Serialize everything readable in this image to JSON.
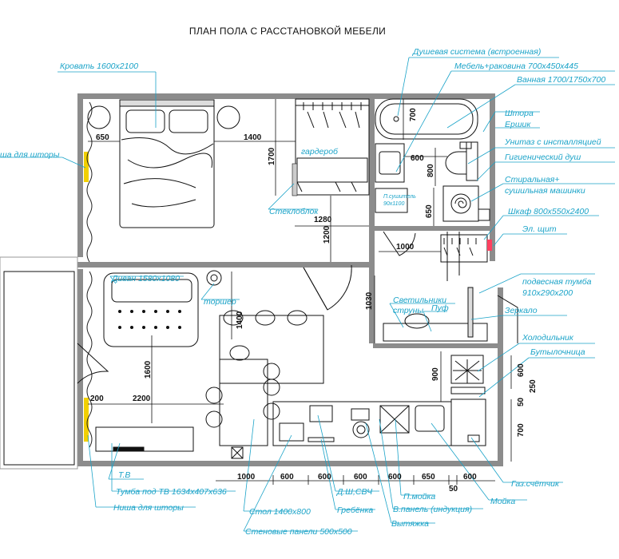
{
  "title": "ПЛАН ПОЛА С РАССТАНОВКОЙ МЕБЕЛИ",
  "colors": {
    "label": "#1aa3c8",
    "wall": "#8c8c8c",
    "line": "#111111",
    "curtain": "#f2d000"
  },
  "labels": {
    "bed": "Кровать 1600х2100",
    "shower_system": "Душевая система (встроенная)",
    "furniture_sink": "Мебель+раковина 700х450х445",
    "bath": "Ванная 1700/1750х700",
    "curtain": "Штора",
    "brush": "Ершик",
    "toilet": "Унитаз с инсталляцией",
    "hygiene_shower": "Гигиенический душ",
    "washer": "Стиральная+",
    "washer2": "сушильная машинки",
    "wardrobe_cab": "Шкаф 800х550х2400",
    "el_panel": "Эл. щит",
    "hanging_cab": "подвесная тумба",
    "hanging_cab_dims": "910х290х200",
    "mirror": "Зеркало",
    "fridge": "Холодильник",
    "bottle": "Бутылочница",
    "gas_meter": "Газ.счётчик",
    "sink": "Мойка",
    "dishwasher": "П.мойка",
    "hob": "В.панель (индукция)",
    "hood": "Вытяжка",
    "rail": "Гребёнка",
    "dw_mw": "Д.Ш,СВЧ",
    "table": "Стол 1400х800",
    "wall_panels": "Стеновые панели 500х500",
    "curtain_niche_bottom": "Ниша для шторы",
    "tv_stand": "Тумба под ТВ 1634х407х636",
    "tv": "Т.В",
    "sofa": "Диван 1580х1080",
    "floor_lamp": "торшер",
    "glass_block": "Стеклоблок",
    "wardrobe": "гардероб",
    "curtain_niche_top": "ша для шторы",
    "lights": "Светильники",
    "lights2": "струны",
    "pouf": "Пуф",
    "towel_dryer": "П.сушитель",
    "towel_dryer_dims": "90х1100"
  },
  "dimensions": {
    "d650a": "650",
    "d1400a": "1400",
    "d1700": "1700",
    "d1280": "1280",
    "d1200": "1200",
    "d700": "700",
    "d600a": "600",
    "d800": "800",
    "d650b": "650",
    "d1000a": "1000",
    "d1030": "1030",
    "d1400b": "1400",
    "d1600": "1600",
    "d2200": "2200",
    "d200": "200",
    "d900": "900",
    "d600b": "600",
    "d250": "250",
    "d50": "50",
    "d700b": "700",
    "b1000": "1000",
    "b600a": "600",
    "b600b": "600",
    "b600c": "600",
    "b600d": "600",
    "b650": "650",
    "b600e": "600",
    "b50": "50"
  }
}
